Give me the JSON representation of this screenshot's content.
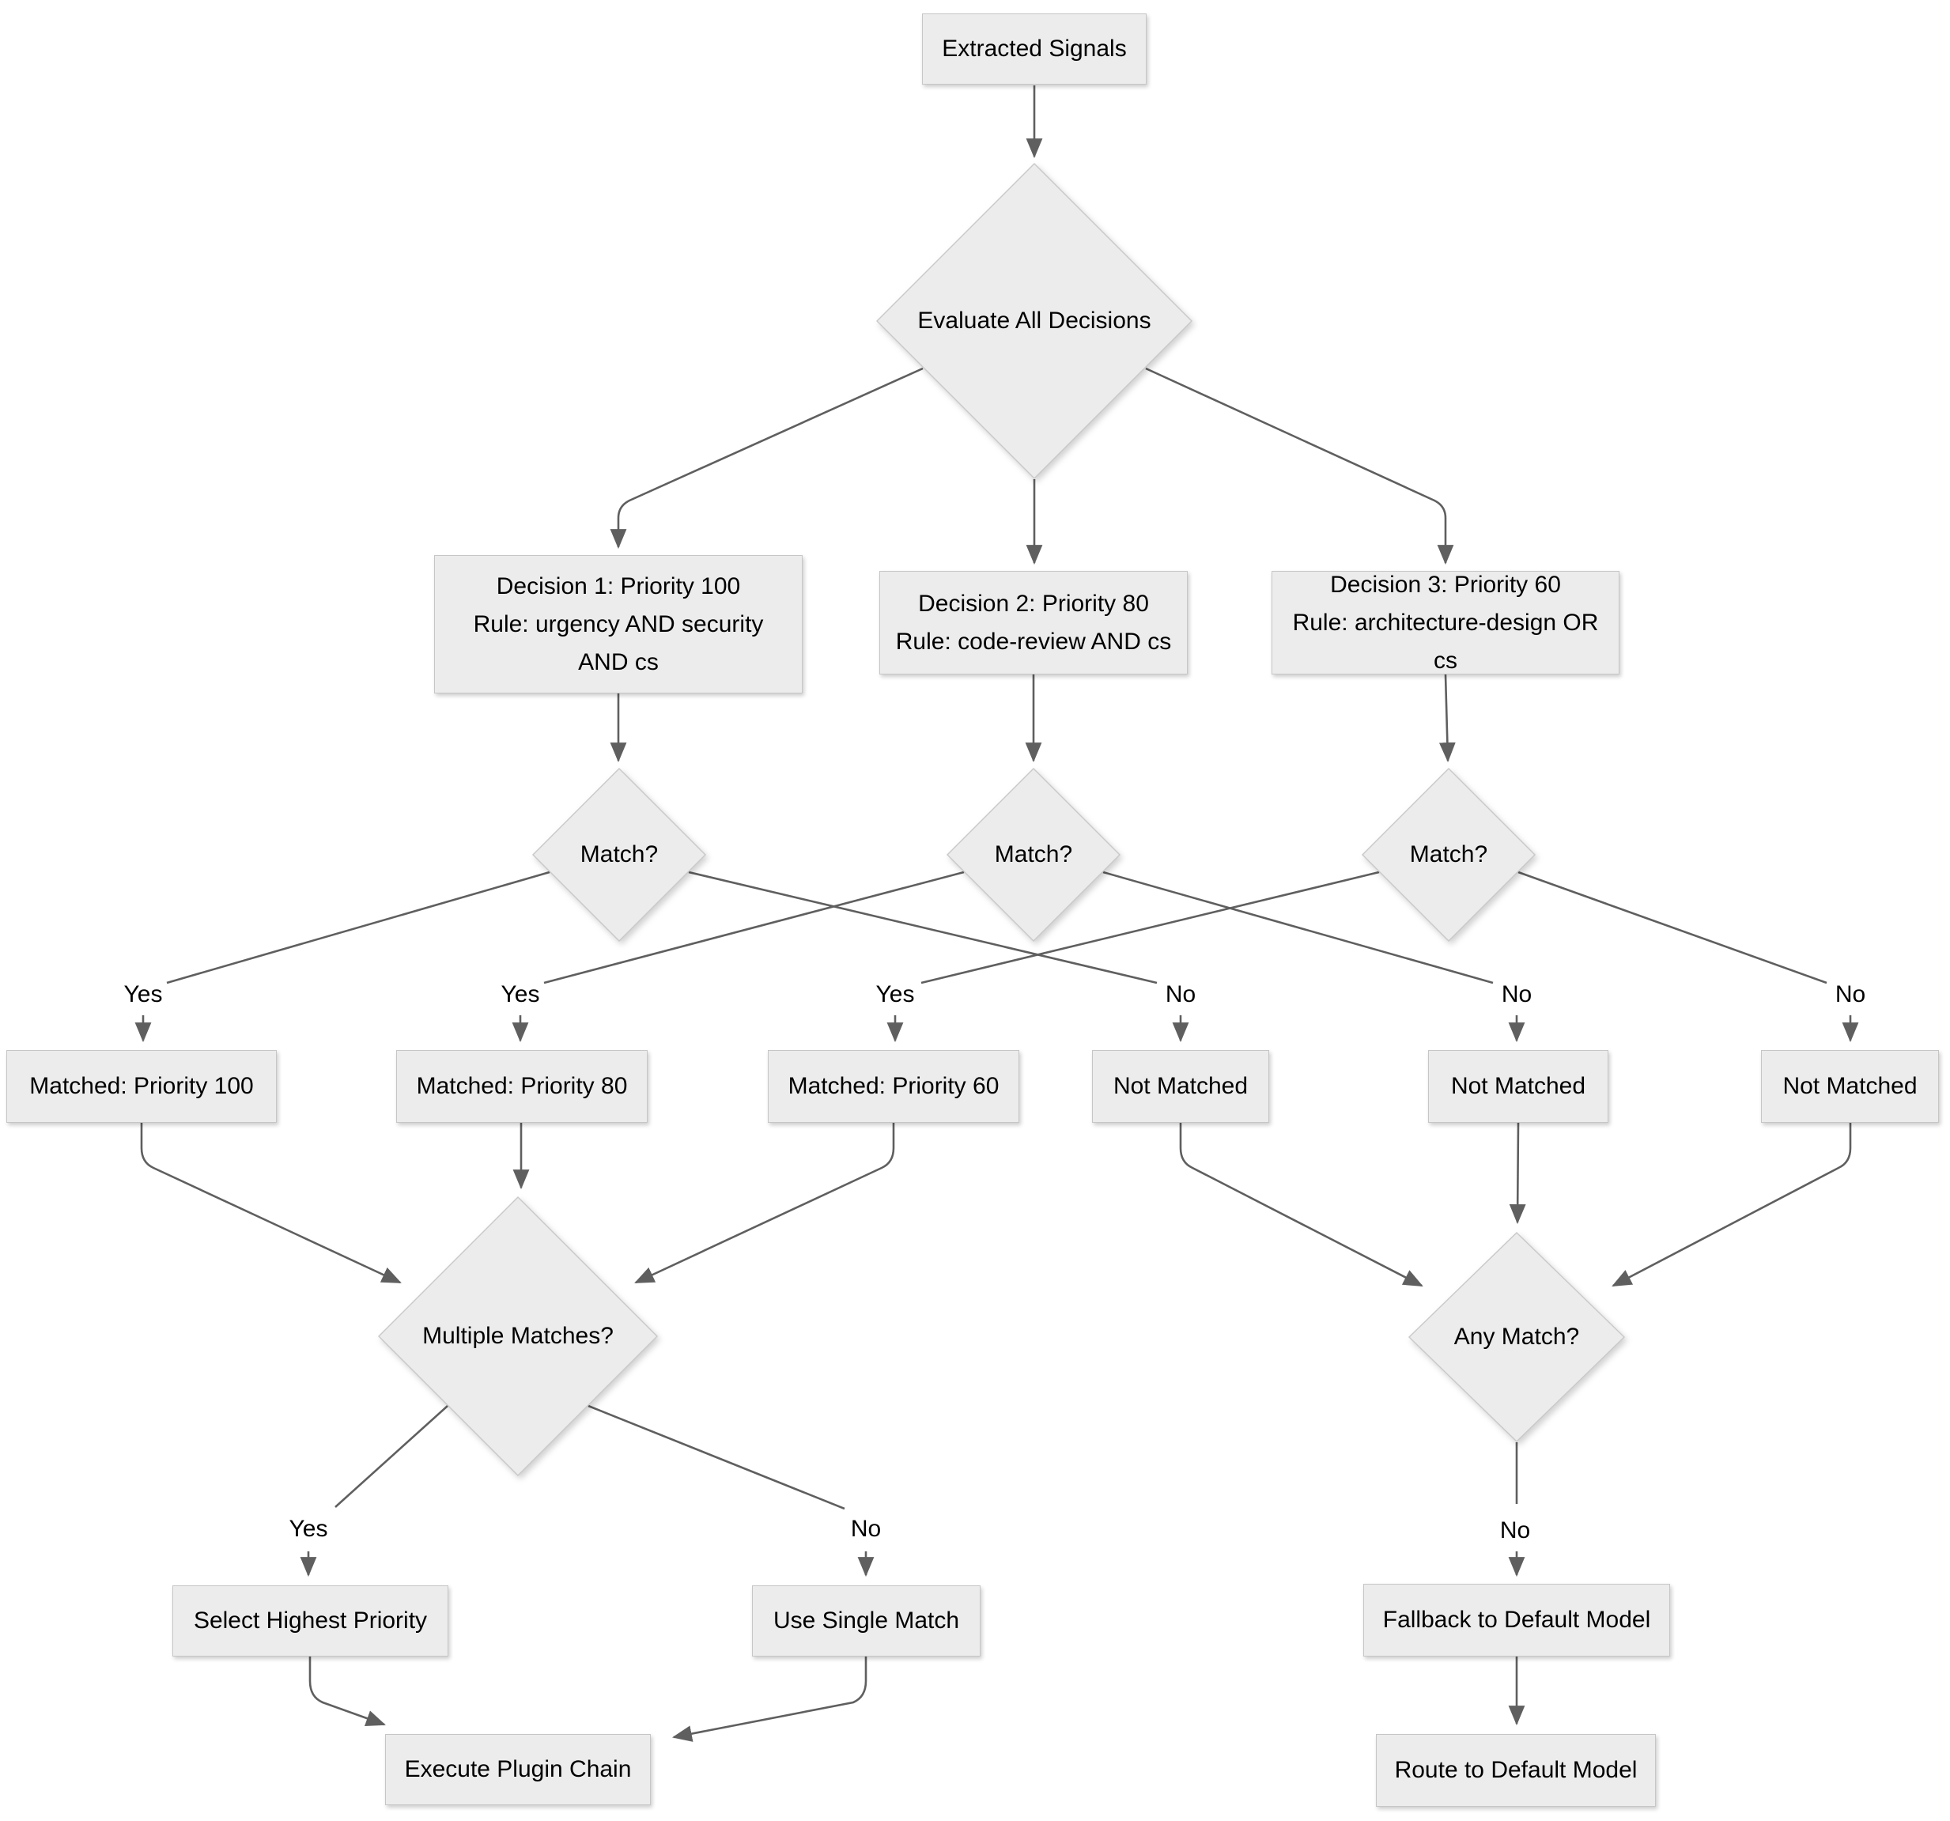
{
  "diagram": {
    "type": "flowchart",
    "nodes": {
      "extracted_signals": "Extracted Signals",
      "evaluate_all_decisions": "Evaluate All Decisions",
      "decision_1": "Decision 1: Priority 100\nRule: urgency AND security\nAND cs",
      "decision_2": "Decision 2: Priority 80\nRule: code-review AND cs",
      "decision_3": "Decision 3: Priority 60\nRule: architecture-design OR cs",
      "match_1": "Match?",
      "match_2": "Match?",
      "match_3": "Match?",
      "matched_100": "Matched: Priority 100",
      "matched_80": "Matched: Priority 80",
      "matched_60": "Matched: Priority 60",
      "not_matched_1": "Not Matched",
      "not_matched_2": "Not Matched",
      "not_matched_3": "Not Matched",
      "multiple_matches": "Multiple Matches?",
      "any_match": "Any Match?",
      "select_highest_priority": "Select Highest Priority",
      "use_single_match": "Use Single Match",
      "fallback_default": "Fallback to Default Model",
      "execute_plugin_chain": "Execute Plugin Chain",
      "route_default": "Route to Default Model"
    },
    "edge_labels": {
      "yes": "Yes",
      "no": "No"
    },
    "colors": {
      "node_fill": "#ececec",
      "node_border": "#c9c9c9",
      "edge": "#5f5f5f",
      "text": "#000000",
      "background": "#ffffff"
    }
  }
}
